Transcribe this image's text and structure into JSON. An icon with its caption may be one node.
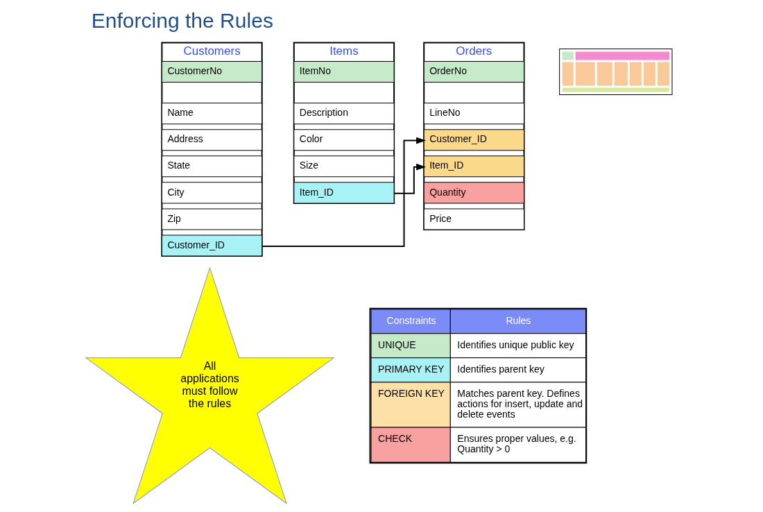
{
  "diagram": {
    "title": "Enforcing the Rules",
    "nodes": [
      {
        "text": [
          "Customers"
        ]
      },
      {
        "text": [
          "CustomerNo"
        ],
        "in": 0
      },
      {
        "text": [
          "Name"
        ],
        "in": 0
      },
      {
        "text": [
          "Address"
        ],
        "in": 0
      },
      {
        "text": [
          "State"
        ],
        "in": 0
      },
      {
        "text": [
          "City"
        ],
        "in": 0
      },
      {
        "text": [
          "Zip"
        ],
        "in": 0
      },
      {
        "text": [
          "Customer_ID"
        ],
        "in": 0
      },
      {
        "text": [
          "Orders"
        ]
      },
      {
        "text": [
          "OrderNo"
        ],
        "in": 8
      },
      {
        "text": [
          "LineNo"
        ],
        "in": 8
      },
      {
        "text": [
          "Customer_ID"
        ],
        "in": 8
      },
      {
        "text": [
          "Item_ID"
        ],
        "in": 8
      },
      {
        "text": [
          "Quantity"
        ],
        "in": 8
      },
      {
        "text": [
          "Price"
        ],
        "in": 8
      },
      {
        "text": [
          "Items"
        ]
      },
      {
        "text": [
          "ItemNo"
        ],
        "in": 15
      },
      {
        "text": [
          "Description"
        ],
        "in": 15
      },
      {
        "text": [
          "Color"
        ],
        "in": 15
      },
      {
        "text": [
          "Size"
        ],
        "in": 15
      },
      {
        "text": [
          "Item_ID"
        ],
        "in": 15
      },
      {
        "text": [
          "All applications must follow the rules"
        ]
      },
      {
        "text": [],
        "shape": "picture"
      }
    ],
    "edges": [
      {
        "from": 7,
        "to": 11,
        "arrow": "to"
      },
      {
        "from": 20,
        "to": 12,
        "arrow": "to"
      }
    ],
    "labels": [
      "Constraints",
      "Rules",
      "UNIQUE",
      "Identifies unique public key",
      "PRIMARY KEY",
      "Identifies parent key",
      "FOREIGN KEY",
      "Matches parent key. Defines actions for insert, update and delete events",
      "CHECK",
      "Ensures proper values, e.g. Quantity > 0"
    ]
  }
}
